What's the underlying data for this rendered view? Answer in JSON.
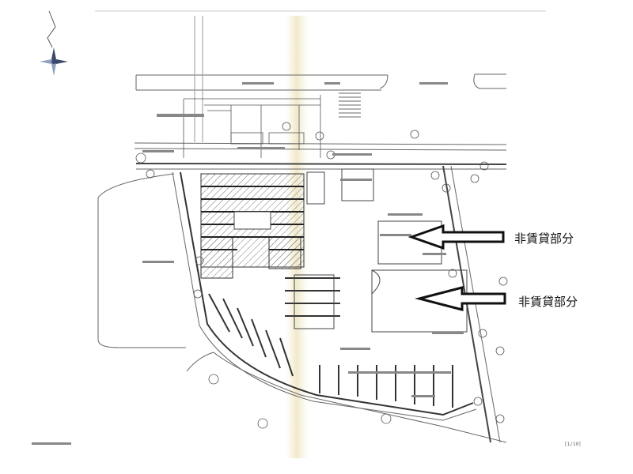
{
  "callouts": [
    {
      "text": "非賃貸部分"
    },
    {
      "text": "非賃貸部分"
    }
  ],
  "sheet_label": "[1/10]"
}
